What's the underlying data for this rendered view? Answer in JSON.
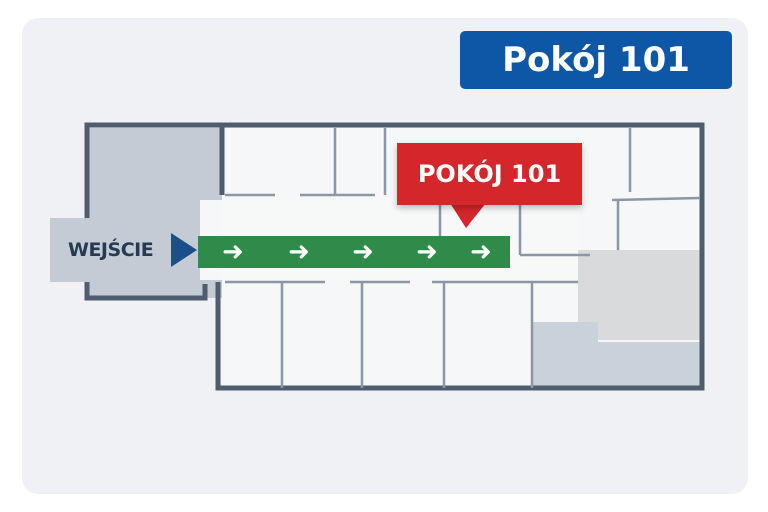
{
  "title": "Pokój 101",
  "entrance_label": "WEJŚCIE",
  "destination_label": "POKÓJ 101",
  "colors": {
    "title_bg": "#0d57a6",
    "route": "#2e8b4a",
    "callout": "#d5262b",
    "walls": "#4f5d6e",
    "entrance_arrow": "#1a4f8a"
  },
  "icons": {
    "route_arrow": "right-arrow-icon",
    "entrance_arrow": "play-triangle-icon"
  }
}
